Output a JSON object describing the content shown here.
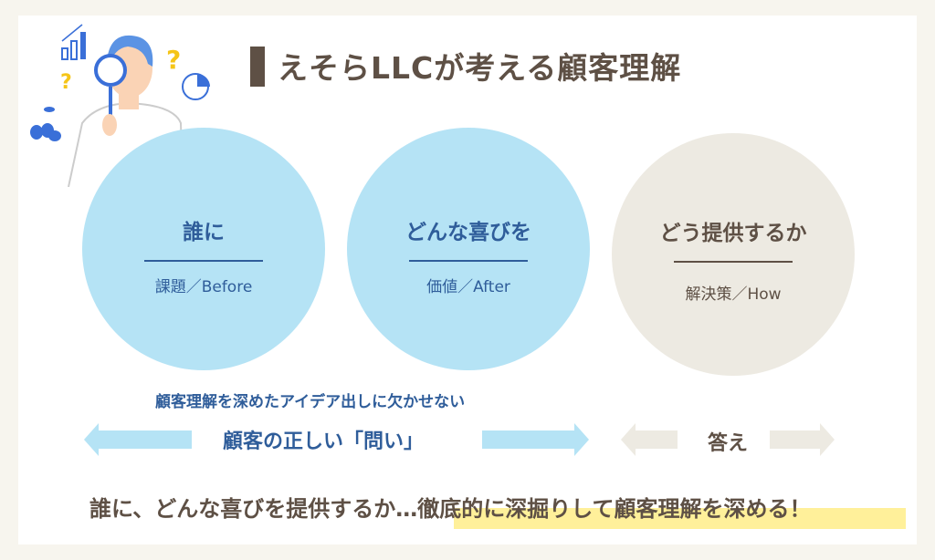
{
  "title": "えそらLLCが考える顧客理解",
  "circles": [
    {
      "heading": "誰に",
      "sub": "課題／Before"
    },
    {
      "heading": "どんな喜びを",
      "sub": "価値／After"
    },
    {
      "heading": "どう提供するか",
      "sub": "解決策／How"
    }
  ],
  "question_caption": "顧客理解を深めたアイデア出しに欠かせない",
  "question_label": "顧客の正しい「問い」",
  "answer_label": "答え",
  "conclusion": "誰に、どんな喜びを提供するか…徹底的に深掘りして顧客理解を深める！",
  "colors": {
    "blue": "#b5e3f5",
    "beige": "#edeae2",
    "text_blue": "#2f5d9a",
    "text_brown": "#5e5045",
    "highlight": "#fff09a"
  }
}
